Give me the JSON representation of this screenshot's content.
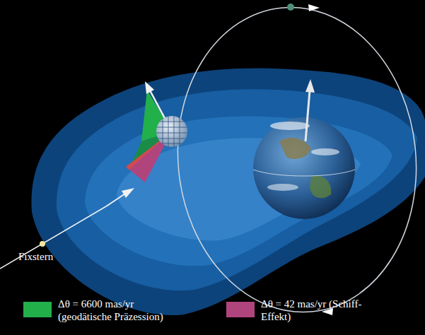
{
  "diagram": {
    "labels": [
      "Fixstern"
    ],
    "legend": [
      {
        "text": "Δθ = 6600 mas/yr (geodätische Präzession)",
        "color": "#22b04b"
      },
      {
        "text": "Δθ = 42 mas/yr (Schiff-Effekt)",
        "color": "#b0457e"
      }
    ]
  }
}
